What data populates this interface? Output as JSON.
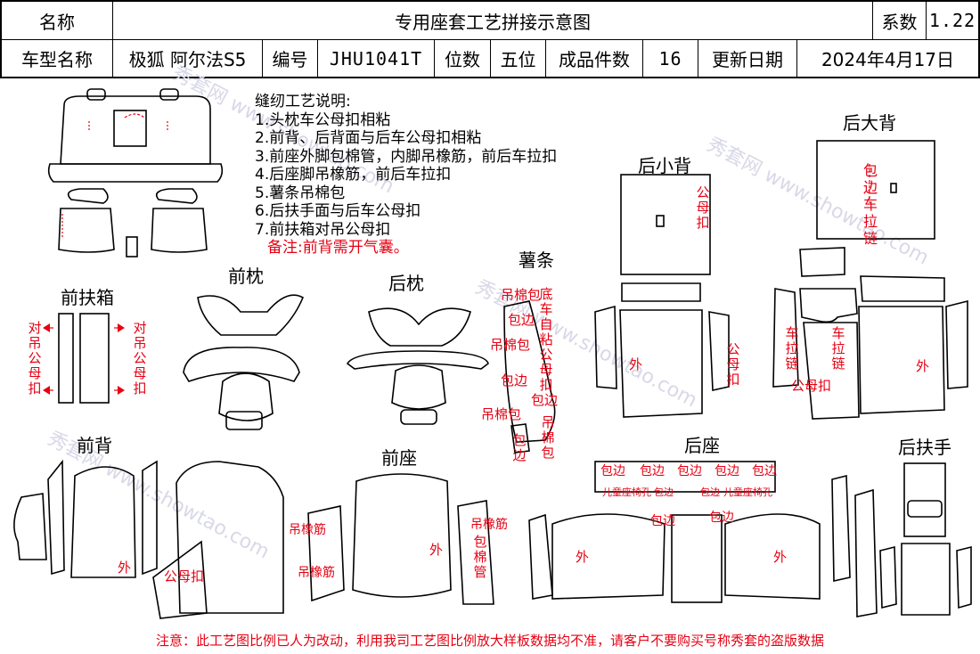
{
  "header": {
    "name_label": "名称",
    "title": "专用座套工艺拼接示意图",
    "coef_label": "系数",
    "coef_value": "1.22",
    "model_label": "车型名称",
    "model_value": "极狐 阿尔法S5",
    "code_label": "编号",
    "code_value": "JHU1041T",
    "seats_label": "位数",
    "seats_value": "五位",
    "pieces_label": "成品件数",
    "pieces_value": "16",
    "date_label": "更新日期",
    "date_value": "2024年4月17日"
  },
  "notes": {
    "title": "缝纫工艺说明:",
    "items": [
      "1.头枕车公母扣相粘",
      "2.前背、后背面与后车公母扣相粘",
      "3.前座外脚包棉管，内脚吊橡筋，前后车拉扣",
      "4.后座脚吊橡筋，前后车拉扣",
      "5.薯条吊棉包",
      "6.后扶手面与后车公母扣",
      "7.前扶箱对吊公母扣"
    ],
    "remark": "备注:前背需开气囊。"
  },
  "sections": {
    "front_armrest_box": "前扶箱",
    "front_headrest": "前枕",
    "rear_headrest": "后枕",
    "fries": "薯条",
    "rear_small_back": "后小背",
    "rear_big_back": "后大背",
    "front_back": "前背",
    "front_seat": "前座",
    "rear_seat": "后座",
    "rear_armrest": "后扶手"
  },
  "annotations": {
    "dui_diao_gong_mu_kou": "对吊公母扣",
    "diao_mian_bao": "吊棉包",
    "bao_bian": "包边",
    "di_che_zi_nian_gong_mu_kou": "底车自粘公母扣",
    "gong_mu_kou": "公母扣",
    "bao_bian_che_la_lian": "包边车拉链",
    "che_la_lian": "车拉链",
    "wai": "外",
    "diao_xiang_jin": "吊橡筋",
    "bao_mian_guan": "包棉管",
    "er_tong_zuo_yi_kou": "儿童座椅孔"
  },
  "footer": "注意：此工艺图比例已人为改动，利用我司工艺图比例放大样板数据均不准，请客户不要购买号称秀套的盗版数据",
  "watermark": "秀套网 www.showtao.com",
  "colors": {
    "accent": "#e60012",
    "line": "#000000",
    "watermark": "#d8d8e8"
  }
}
